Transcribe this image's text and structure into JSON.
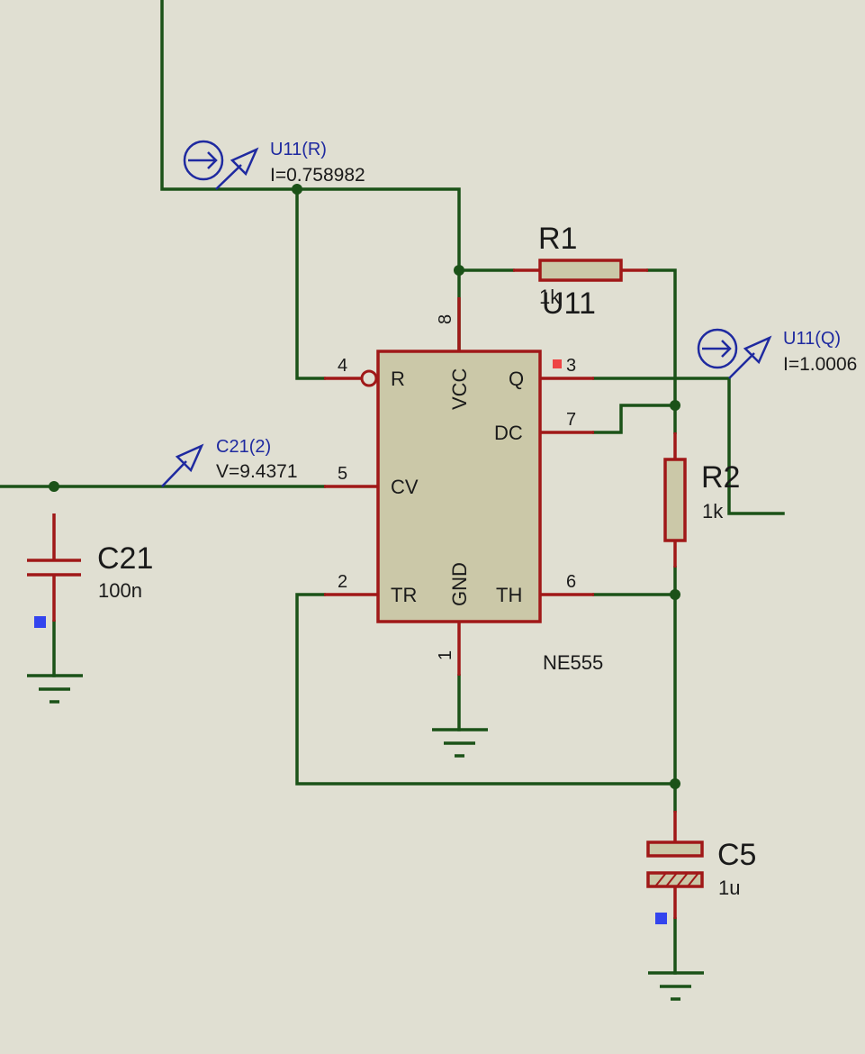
{
  "components": {
    "u11": {
      "ref": "U11",
      "part": "NE555",
      "pins": {
        "reset": "R",
        "vcc": "VCC",
        "q": "Q",
        "dc": "DC",
        "cv": "CV",
        "tr": "TR",
        "gnd": "GND",
        "th": "TH"
      },
      "pin_numbers": {
        "p1": "1",
        "p2": "2",
        "p3": "3",
        "p4": "4",
        "p5": "5",
        "p6": "6",
        "p7": "7",
        "p8": "8"
      }
    },
    "r1": {
      "ref": "R1",
      "value": "1k"
    },
    "r2": {
      "ref": "R2",
      "value": "1k"
    },
    "c21": {
      "ref": "C21",
      "value": "100n"
    },
    "c5": {
      "ref": "C5",
      "value": "1u"
    }
  },
  "probes": {
    "u11_r": {
      "name": "U11(R)",
      "reading": "I=0.758982"
    },
    "u11_q": {
      "name": "U11(Q)",
      "reading": "I=1.0006"
    },
    "c21_2": {
      "name": "C21(2)",
      "reading": "V=9.4371"
    }
  },
  "colors": {
    "background": "#e0dfd2",
    "wire": "#1b5218",
    "pin_lead": "#a01818",
    "component_body": "#cbc8a8",
    "probe": "#1f2aa0",
    "logic_high": "#ee4444",
    "logic_low": "#3344ee"
  }
}
